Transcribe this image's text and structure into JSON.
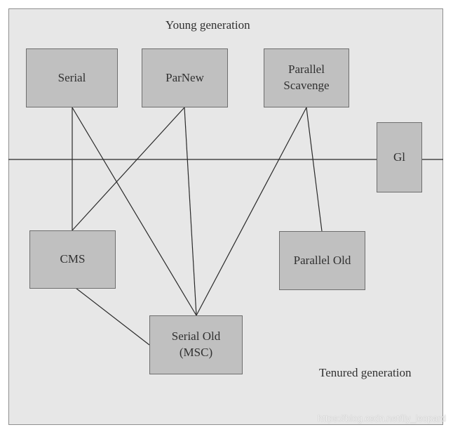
{
  "regions": {
    "young": "Young generation",
    "tenured": "Tenured generation"
  },
  "collectors": {
    "serial": "Serial",
    "parnew": "ParNew",
    "parallel_scavenge": "Parallel\nScavenge",
    "g1": "Gl",
    "cms": "CMS",
    "parallel_old": "Parallel Old",
    "serial_old": "Serial Old\n(MSC)"
  },
  "links": [
    [
      "serial",
      "cms"
    ],
    [
      "serial",
      "serial_old"
    ],
    [
      "parnew",
      "cms"
    ],
    [
      "parnew",
      "serial_old"
    ],
    [
      "parallel_scavenge",
      "serial_old"
    ],
    [
      "parallel_scavenge",
      "parallel_old"
    ],
    [
      "cms",
      "serial_old"
    ]
  ],
  "watermark": "https://blog.csdn.net/lly_leopard",
  "colors": {
    "background": "#e7e7e7",
    "box": "#c0c0c0",
    "line": "#2a2a2a"
  }
}
